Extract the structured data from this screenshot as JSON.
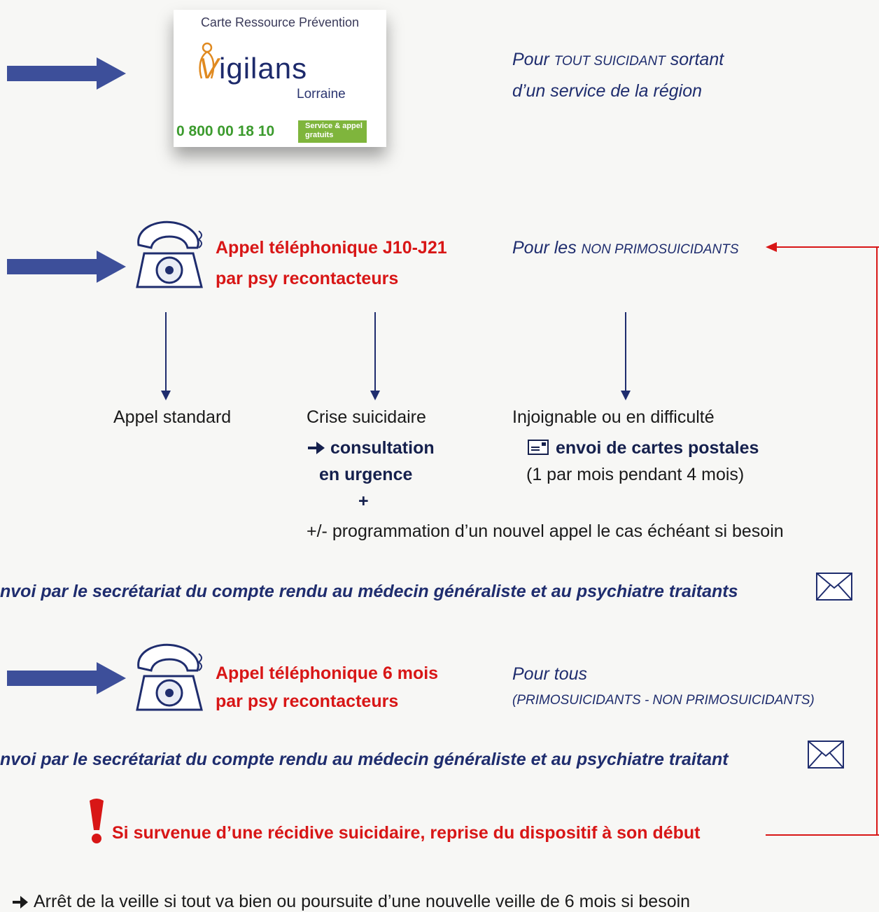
{
  "card": {
    "title": "Carte Ressource Prévention",
    "brand_prefix": "V",
    "brand_rest": "igilans",
    "region": "Lorraine",
    "phone": "0 800 00 18 10",
    "badge_line1": "Service & appel",
    "badge_line2": "gratuits"
  },
  "step1": {
    "note_pre": "Pour ",
    "note_sc": "tout suicidant",
    "note_post": " sortant",
    "note_line2": "d’un service de la région"
  },
  "step2": {
    "title_line1": "Appel téléphonique J10-J21",
    "title_line2": "par psy recontacteurs",
    "note_pre": "Pour les ",
    "note_sc": "non primosuicidants"
  },
  "outcomes": {
    "standard": "Appel standard",
    "crisis_title": "Crise suicidaire",
    "crisis_line1": "consultation",
    "crisis_line2": "en urgence",
    "plus": "+",
    "unreachable_title": "Injoignable ou en difficulté",
    "unreachable_line1": "envoi de cartes postales",
    "unreachable_line2": "(1 par mois pendant 4 mois)",
    "followup": "+/- programmation d’un nouvel appel le cas échéant si besoin"
  },
  "report1": "nvoi par le secrétariat du compte rendu au médecin généraliste et au psychiatre traitants",
  "step3": {
    "title_line1": "Appel téléphonique 6 mois",
    "title_line2": "par psy recontacteurs",
    "note_line1": "Pour tous",
    "note_line2": "(primosuicidants - non primosuicidants)"
  },
  "report2": "nvoi par le secrétariat du compte rendu au médecin généraliste et au psychiatre traitant",
  "recidive": "Si survenue d’une récidive suicidaire, reprise du dispositif à son début",
  "final": "Arrêt de la veille si tout va bien ou poursuite d’une nouvelle veille de 6 mois si besoin",
  "colors": {
    "navy": "#1f2d6e",
    "red": "#d81616",
    "arrow_blue": "#3d4f9a",
    "green": "#3c9b2e"
  },
  "icons": [
    "arrow-right-icon",
    "telephone-icon",
    "envelope-icon",
    "postcard-icon",
    "exclamation-icon",
    "arrow-down-icon"
  ]
}
